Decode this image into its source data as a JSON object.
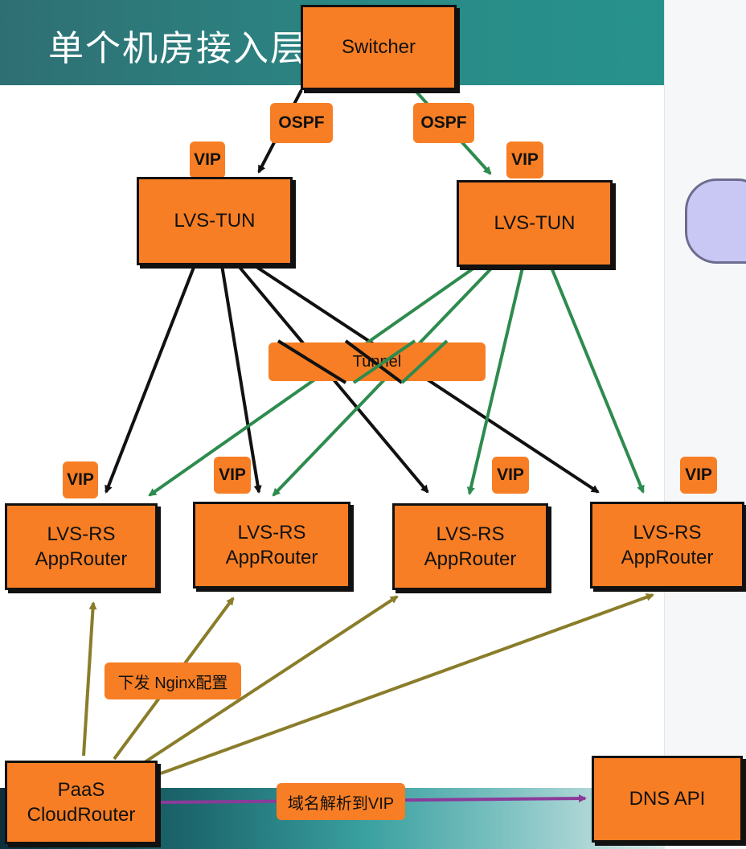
{
  "header": {
    "title": "单个机房接入层"
  },
  "nodes": {
    "switcher": "Switcher",
    "lvs_tun_left": "LVS-TUN",
    "lvs_tun_right": "LVS-TUN",
    "rs": [
      {
        "line1": "LVS-RS",
        "line2": "AppRouter"
      },
      {
        "line1": "LVS-RS",
        "line2": "AppRouter"
      },
      {
        "line1": "LVS-RS",
        "line2": "AppRouter"
      },
      {
        "line1": "LVS-RS",
        "line2": "AppRouter"
      }
    ],
    "paas": {
      "line1": "PaaS",
      "line2": "CloudRouter"
    },
    "dns_api": "DNS API"
  },
  "labels": {
    "ospf_left": "OSPF",
    "ospf_right": "OSPF",
    "vip": "VIP",
    "tunnel": "Tunnel",
    "nginx": "下发 Nginx配置",
    "dns": "域名解析到VIP"
  },
  "colors": {
    "node_fill": "#f77e24",
    "black_edge": "#111111",
    "green_edge": "#2e8b4e",
    "olive_edge": "#8a7d2a",
    "purple_edge": "#8b3a9a",
    "banner": "#2a8a86"
  }
}
